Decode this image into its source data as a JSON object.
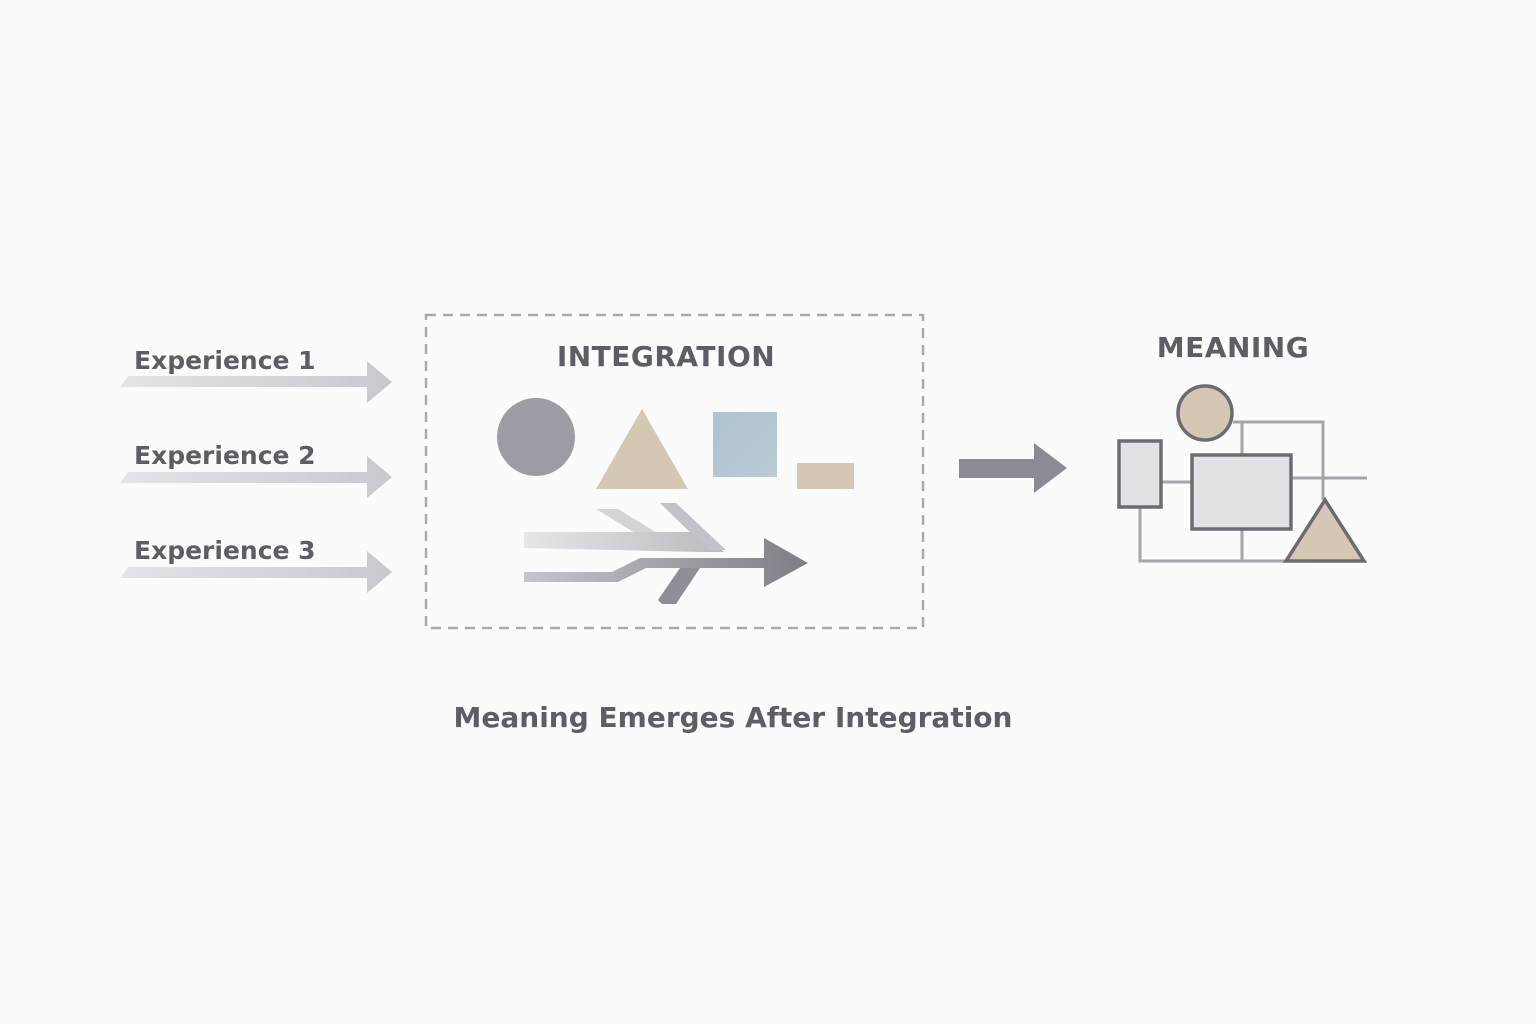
{
  "experiences": [
    {
      "label": "Experience 1"
    },
    {
      "label": "Experience 2"
    },
    {
      "label": "Experience 3"
    }
  ],
  "integration": {
    "title": "INTEGRATION"
  },
  "meaning": {
    "title": "MEANING"
  },
  "caption": "Meaning Emerges After Integration",
  "colors": {
    "background": "#fcfbfc",
    "text": "#5c5e66",
    "input_arrow": "#cfd0d5",
    "output_arrow": "#8a8c93",
    "dashed_border": "#a9aaae",
    "circle_gray": "#9c9da4",
    "beige": "#d6c7b5",
    "blue": "#b5c7d3",
    "light_box": "#e2e2e6",
    "outline": "#6a6c73",
    "connector": "#a4a6ab"
  }
}
